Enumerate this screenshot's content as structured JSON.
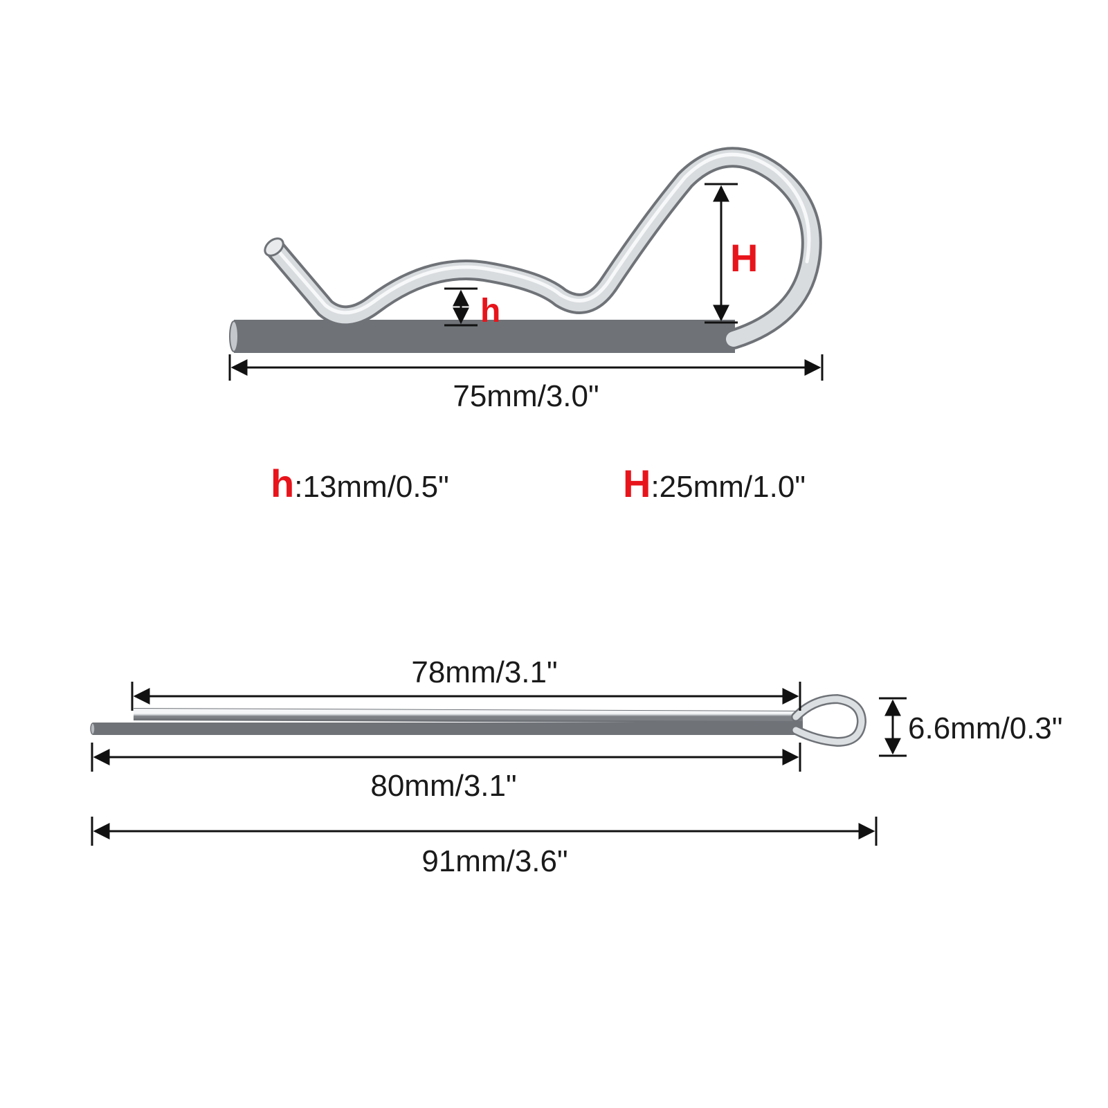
{
  "hair_pin": {
    "length_label": "75mm/3.0\"",
    "h_marker": "h",
    "H_marker": "H",
    "legend_h_letter": "h",
    "legend_h_value": ":13mm/0.5\"",
    "legend_H_letter": "H",
    "legend_H_value": ":25mm/1.0\""
  },
  "cotter_pin": {
    "leg_length_label": "78mm/3.1\"",
    "body_length_label": "80mm/3.1\"",
    "total_length_label": "91mm/3.6\"",
    "eye_diameter_label": "6.6mm/0.3\""
  },
  "colors": {
    "accent": "#e8141b",
    "dimension_line": "#111111",
    "metal": "#c9ccd0"
  }
}
